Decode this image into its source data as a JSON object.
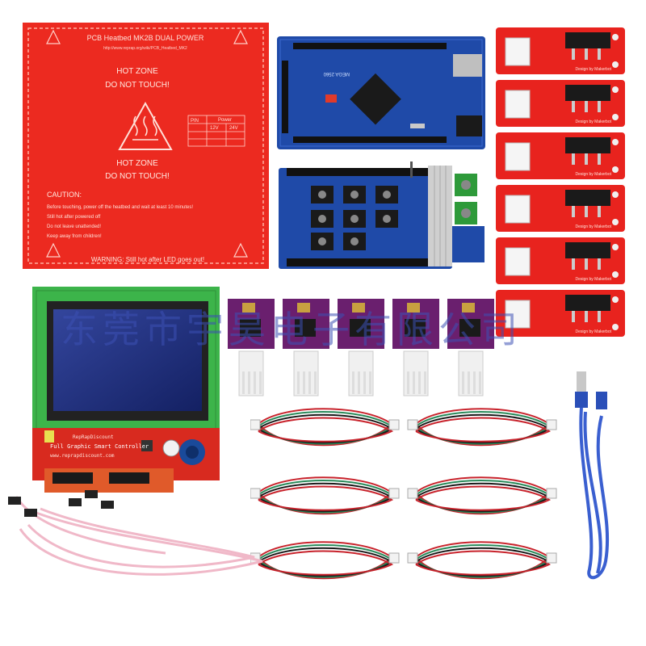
{
  "heatbed": {
    "title": "PCB Heatbed MK2B DUAL POWER",
    "url": "http://www.reprap.org/wiki/PCB_Heatbed_MK2",
    "hot_zone_1": "HOT ZONE",
    "do_not_touch_1": "DO NOT TOUCH!",
    "hot_zone_2": "HOT ZONE",
    "do_not_touch_2": "DO NOT TOUCH!",
    "table_header_pin": "PIN",
    "table_header_power": "Power",
    "table_12v": "12V",
    "table_24v": "24V",
    "caution_title": "CAUTION:",
    "caution_1": "Before touching, power off the heatbed and wait at least 10 minutes!",
    "caution_2": "Still hot after powered off",
    "caution_3": "Do not leave unattended!",
    "caution_4": "Keep away from children!",
    "warning": "WARNING: Still hot after LED goes out!"
  },
  "mega": {
    "label": "MEGA 2560"
  },
  "lcd": {
    "brand": "RepRapDiscount",
    "line1": "Full Graphic Smart Controller",
    "line2": "www.reprapdiscount.com"
  },
  "endstop": {
    "label": "Design by Makerbot"
  },
  "watermark": "东莞市宇昊电子有限公司",
  "colors": {
    "red_pcb": "#e8231e",
    "blue_pcb": "#1f4aa8",
    "purple_driver": "#6a1f6e",
    "lcd_green": "#3cb44a",
    "lcd_screen": "#1a2a7a",
    "cable_red": "#c8232c",
    "cable_green": "#2a8a5a",
    "usb_blue": "#3a5fd0"
  }
}
